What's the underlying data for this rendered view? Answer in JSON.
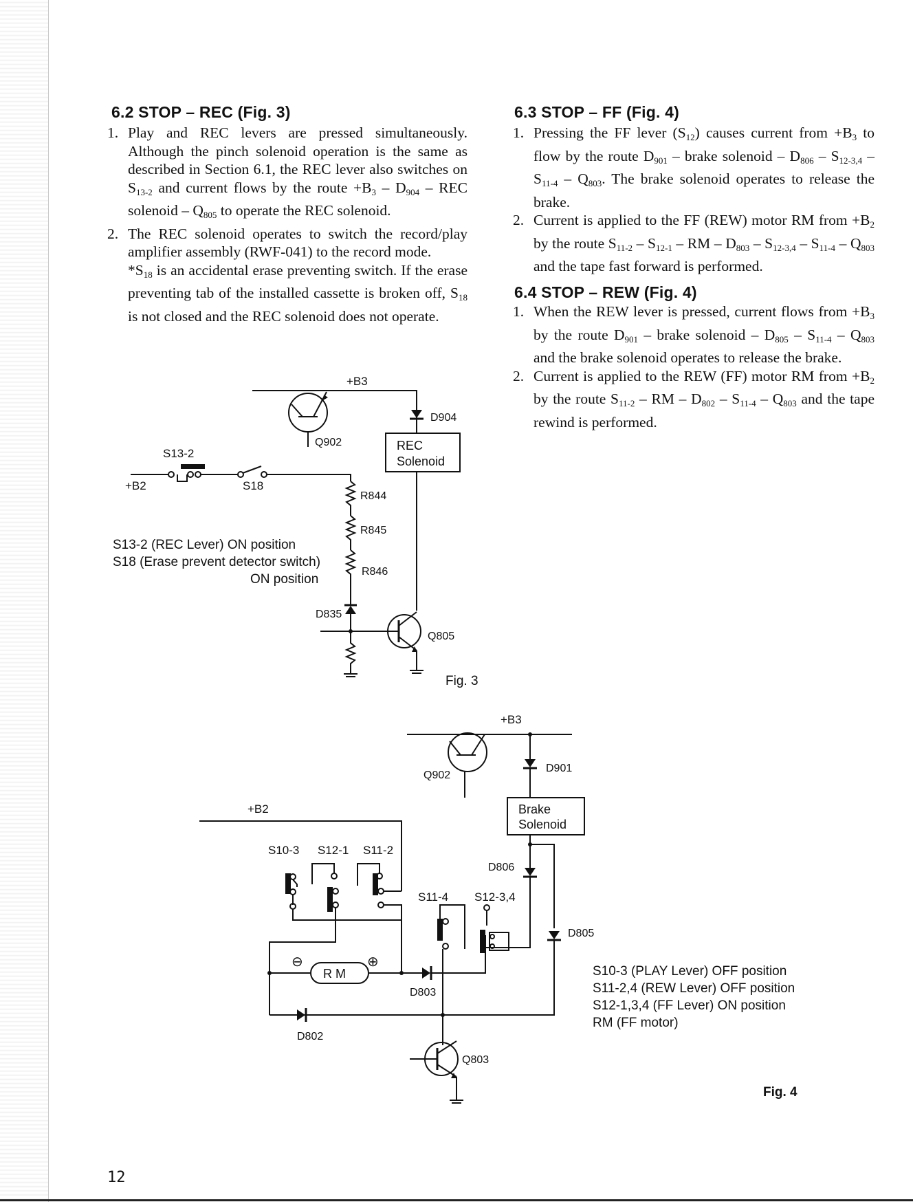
{
  "section_62": {
    "heading": "6.2 STOP – REC (Fig. 3)",
    "item1_num": "1.",
    "item1_a": "Play and REC levers are pressed simultaneously. Although the pinch solenoid operation is the same as described in Section 6.1, the REC lever also switches on S",
    "item1_a_sub": "13-2",
    "item1_b": " and current flows by the route +B",
    "item1_b_sub": "3",
    "item1_c": " – D",
    "item1_c_sub": "904",
    "item1_d": " – REC solenoid – Q",
    "item1_d_sub": "805",
    "item1_e": " to operate the REC solenoid.",
    "item2_num": "2.",
    "item2": "The REC solenoid operates to switch the record/play amplifier assembly (RWF-041) to the record mode.",
    "note_a": "*S",
    "note_a_sub": "18",
    "note_b": " is an accidental erase preventing switch. If the erase preventing tab of the installed cassette is broken off, S",
    "note_b_sub": "18",
    "note_c": " is not closed and the REC solenoid does not operate."
  },
  "section_63": {
    "heading": "6.3 STOP – FF (Fig. 4)",
    "item1_num": "1.",
    "item1_parts": [
      "Pressing the FF lever (S",
      "12",
      ") causes current from +B",
      "3",
      " to flow by the route D",
      "901",
      " – brake solenoid – D",
      "806",
      " – S",
      "12-3,4",
      " – S",
      "11-4",
      " – Q",
      "803",
      ". The brake solenoid operates to release the brake."
    ],
    "item2_num": "2.",
    "item2_parts": [
      "Current is applied to the FF (REW) motor RM from +B",
      "2",
      " by the route S",
      "11-2",
      " – S",
      "12-1",
      " – RM – D",
      "803",
      " – S",
      "12-3,4",
      " – S",
      "11-4",
      " – Q",
      "803",
      " and the tape fast forward is performed."
    ]
  },
  "section_64": {
    "heading": "6.4 STOP – REW (Fig. 4)",
    "item1_num": "1.",
    "item1_parts": [
      "When the REW lever is pressed, current flows from +B",
      "3",
      " by the route D",
      "901",
      " – brake solenoid – D",
      "805",
      " – S",
      "11-4",
      " – Q",
      "803",
      " and the brake solenoid operates to release the brake."
    ],
    "item2_num": "2.",
    "item2_parts": [
      "Current is applied to the REW (FF) motor RM from +B",
      "2",
      " by the route S",
      "11-2",
      " – RM – D",
      "802",
      " – S",
      "11-4",
      " – Q",
      "803",
      " and the tape rewind is performed."
    ]
  },
  "fig3": {
    "label": "Fig. 3",
    "b3": "+B3",
    "b2": "+B2",
    "d904": "D904",
    "q902": "Q902",
    "rec_solenoid_1": "REC",
    "rec_solenoid_2": "Solenoid",
    "s13_2": "S13-2",
    "s18": "S18",
    "r844": "R844",
    "r845": "R845",
    "r846": "R846",
    "d835": "D835",
    "q805": "Q805",
    "caption_line1": "S13-2 (REC Lever) ON position",
    "caption_line2": "S18 (Erase prevent detector switch)",
    "caption_line3": "ON position"
  },
  "fig4": {
    "label": "Fig. 4",
    "b3": "+B3",
    "b2": "+B2",
    "q902": "Q902",
    "d901": "D901",
    "brake_1": "Brake",
    "brake_2": "Solenoid",
    "s10_3": "S10-3",
    "s12_1": "S12-1",
    "s11_2": "S11-2",
    "d806": "D806",
    "s11_4": "S11-4",
    "s12_34": "S12-3,4",
    "d805": "D805",
    "minus": "⊖",
    "plus": "⊕",
    "rm": "R M",
    "d803": "D803",
    "d802": "D802",
    "q803": "Q803",
    "caption_line1": "S10-3 (PLAY Lever) OFF position",
    "caption_line2": "S11-2,4 (REW Lever) OFF position",
    "caption_line3": "S12-1,3,4 (FF Lever) ON position",
    "caption_line4": "RM (FF motor)"
  },
  "page_number": "12"
}
